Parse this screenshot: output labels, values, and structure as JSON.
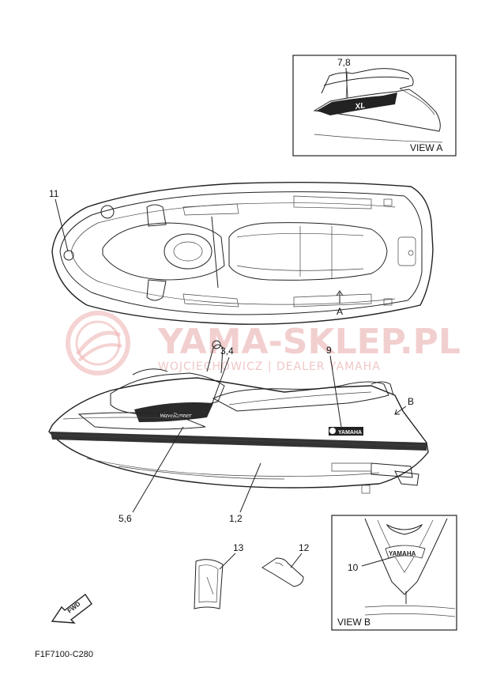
{
  "diagram": {
    "watermark": {
      "title": "YAMA-SKLEP.PL",
      "subtitle": "WOJCIECHOWICZ | DEALER YAMAHA"
    },
    "views": {
      "view_a": "VIEW A",
      "view_b": "VIEW B"
    },
    "view_markers": {
      "a": "A",
      "b": "B"
    },
    "callouts": {
      "c78": "7,8",
      "c11": "11",
      "c34": "3,4",
      "c9": "9",
      "c56": "5,6",
      "c12": "1,2",
      "c13": "13",
      "c12b": "12",
      "c10": "10"
    },
    "decal_text": {
      "fwd": "FWD",
      "yamaha": "YAMAHA",
      "xl": "XL",
      "waverunner": "WaveRunner"
    },
    "drawing_code": "F1F7100-C280",
    "icons": [
      "fwd-arrow-icon",
      "view-arrow-icon",
      "watermark-logo-icon"
    ]
  }
}
